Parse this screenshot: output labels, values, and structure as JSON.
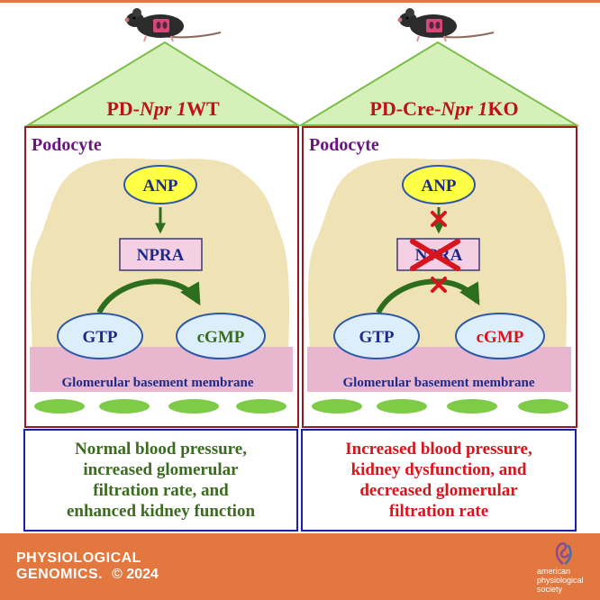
{
  "panels": [
    {
      "genotype_prefix": "PD-",
      "genotype_gene": "Npr 1",
      "genotype_suffix": "WT",
      "cell_label": "Podocyte",
      "ligand": "ANP",
      "receptor": "NPRA",
      "substrate": "GTP",
      "product": "cGMP",
      "membrane": "Glomerular basement membrane",
      "outcome_lines": [
        "Normal blood pressure,",
        "increased glomerular",
        "filtration rate, and",
        "enhanced kidney function"
      ],
      "outcome_color": "#3a6b1f",
      "knockout": false
    },
    {
      "genotype_prefix": "PD-Cre-",
      "genotype_gene": "Npr 1",
      "genotype_suffix": "KO",
      "cell_label": "Podocyte",
      "ligand": "ANP",
      "receptor": "NPRA",
      "substrate": "GTP",
      "product": "cGMP",
      "membrane": "Glomerular basement membrane",
      "outcome_lines": [
        "Increased blood pressure,",
        "kidney dysfunction, and",
        "decreased glomerular",
        "filtration rate"
      ],
      "outcome_color": "#d8141c",
      "knockout": true
    }
  ],
  "colors": {
    "genotype_text": "#c0111a",
    "cell_label": "#6a1480",
    "node_text": "#1d2a8a",
    "inhibition": "#d8141c",
    "frame": "#9b1b22",
    "outcome_border": "#1a1fb0",
    "footer": "#e2773f"
  },
  "footer": {
    "journal_line1": "PHYSIOLOGICAL",
    "journal_line2": "GENOMICS.",
    "copyright": "© 2024",
    "society": [
      "american",
      "physiological",
      "society"
    ]
  }
}
